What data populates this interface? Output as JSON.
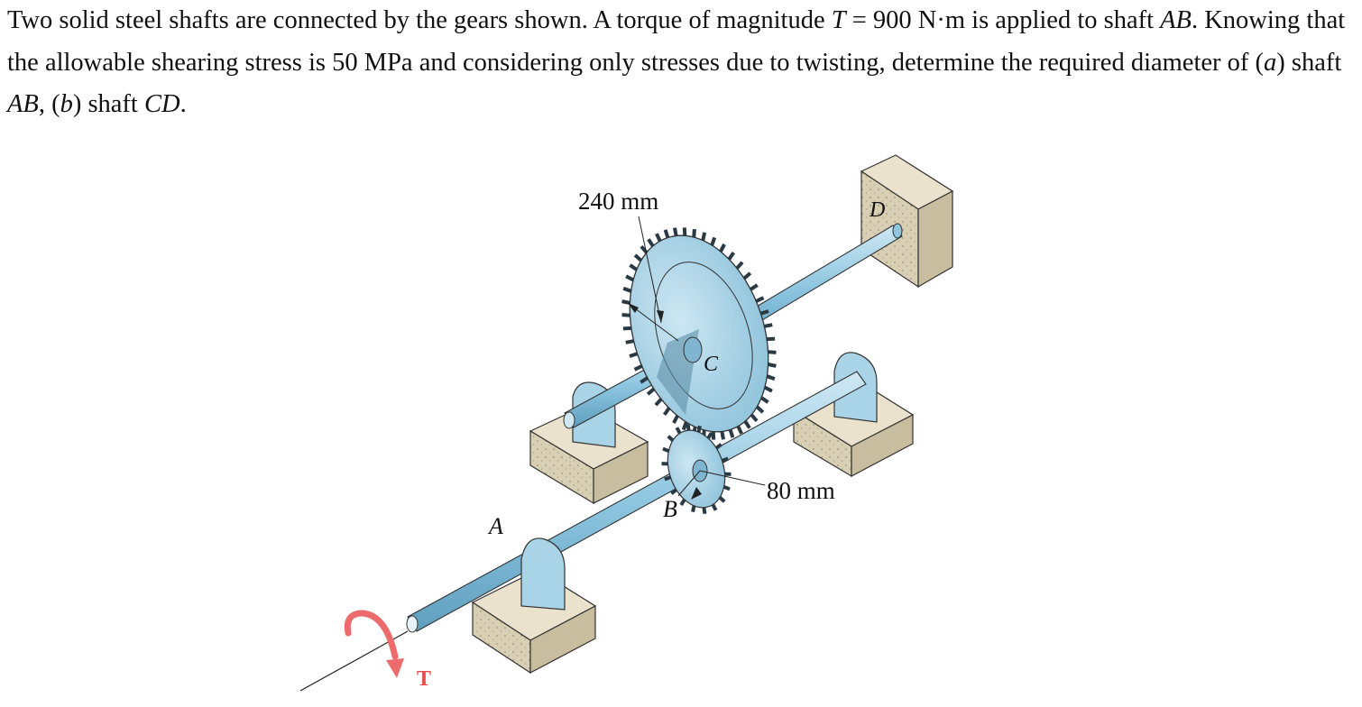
{
  "problem": {
    "t1": "Two solid steel shafts are connected by the gears shown. A torque of magnitude ",
    "t_sym": "T",
    "t2": " = 900 N·m is applied to shaft ",
    "ab1": "AB",
    "t3": ". Knowing that the allowable shearing stress is 50 MPa and considering only stresses due to twisting, determine the required diameter of (",
    "a": "a",
    "t4": ") shaft ",
    "ab2": "AB",
    "t5": ", (",
    "b": "b",
    "t6": ") shaft ",
    "cd": "CD",
    "t7": "."
  },
  "figure": {
    "dim_large": "240 mm",
    "dim_small": "80 mm",
    "label_A": "A",
    "label_B": "B",
    "label_C": "C",
    "label_D": "D",
    "label_T": "T",
    "colors": {
      "shaft": "#8ec6e0",
      "gear": "#a8d3e8",
      "block": "#d9cfb4",
      "torque_arrow": "#ee6b6b"
    }
  }
}
